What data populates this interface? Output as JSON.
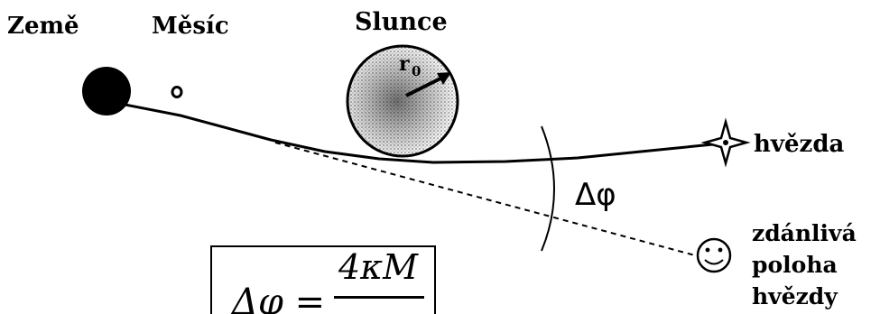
{
  "labels": {
    "earth": "Země",
    "moon": "Měsíc",
    "sun": "Slunce",
    "radius": "r",
    "radius_sub": "0",
    "star": "hvězda",
    "deflection": "Δφ",
    "apparent_line1": "zdánlivá",
    "apparent_line2": "poloha",
    "apparent_line3": "hvězdy"
  },
  "formula": {
    "lhs": "Δφ =",
    "numerator": "4κM"
  }
}
